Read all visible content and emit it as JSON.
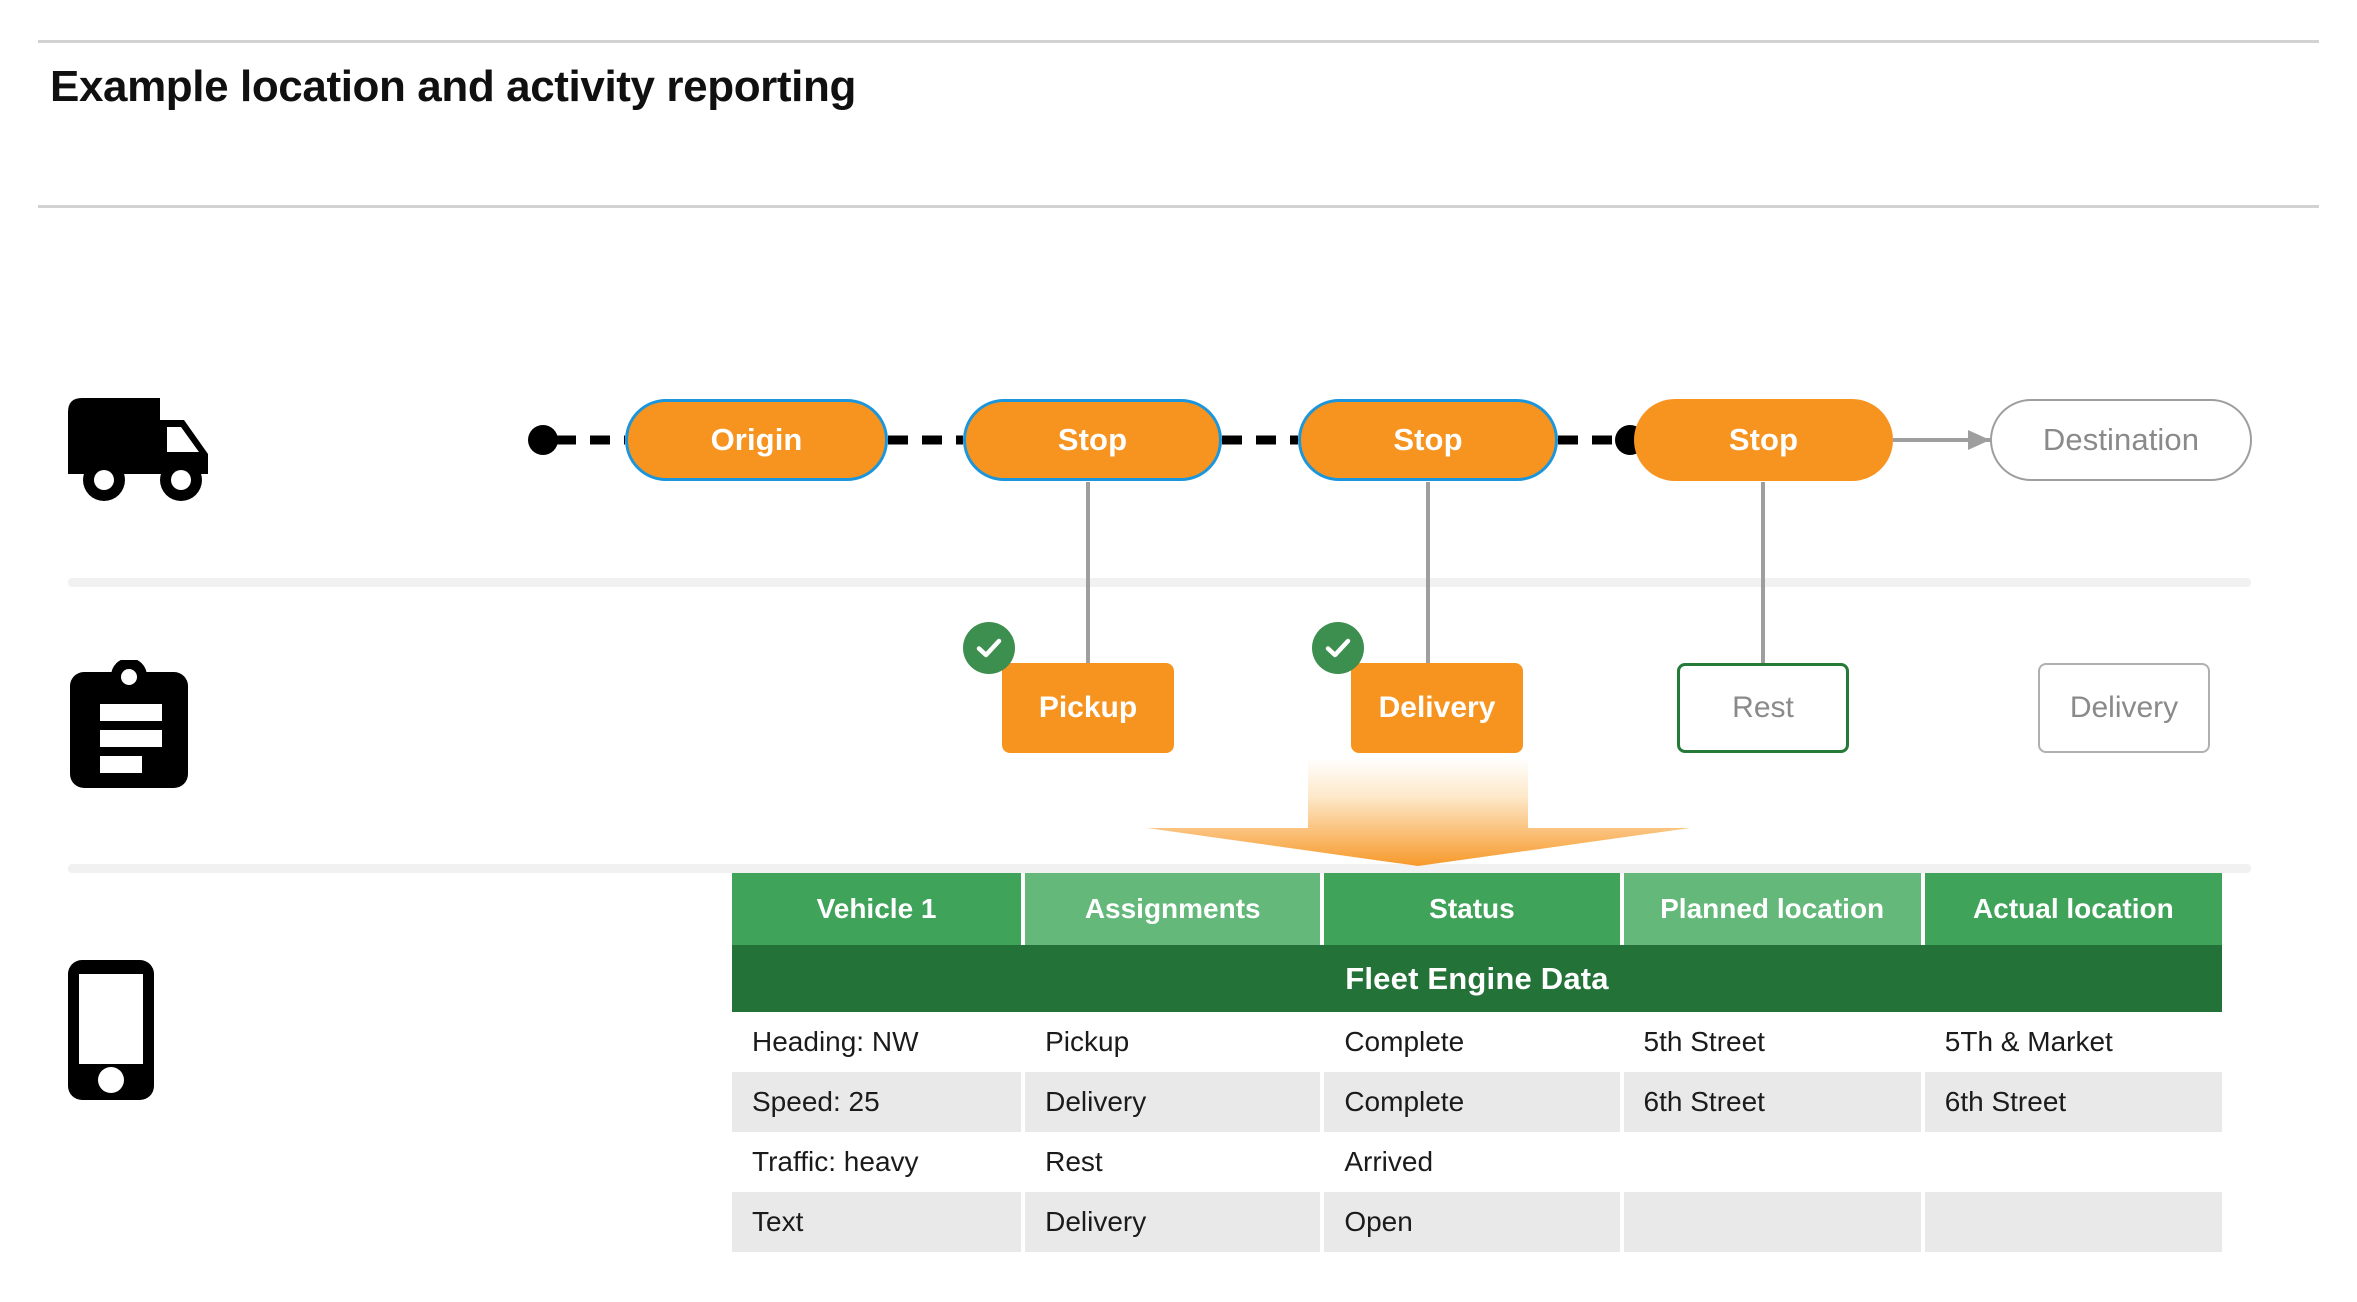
{
  "page": {
    "title": "Example location and activity reporting"
  },
  "rails": [
    {
      "icon": "truck-icon",
      "name": "vehicle-row-icon"
    },
    {
      "icon": "clipboard-icon",
      "name": "task-row-icon"
    },
    {
      "icon": "mobile-phone-icon",
      "name": "device-row-icon"
    }
  ],
  "colors": {
    "accent_orange": "#F79420",
    "accent_blue": "#1B96DC",
    "green_dark": "#237238",
    "green_header_a": "#3FA35A",
    "green_header_b": "#63B87A",
    "check_green": "#3C8F4E",
    "muted_gray": "#8a8a8a"
  },
  "route": {
    "nodes": [
      {
        "label": "Origin",
        "state": "active"
      },
      {
        "label": "Stop",
        "state": "active"
      },
      {
        "label": "Stop",
        "state": "active"
      },
      {
        "label": "Stop",
        "state": "active"
      },
      {
        "label": "Destination",
        "state": "pending"
      }
    ]
  },
  "activities": [
    {
      "label": "Pickup",
      "state": "complete",
      "badge": "check-icon"
    },
    {
      "label": "Delivery",
      "state": "complete",
      "badge": "check-icon"
    },
    {
      "label": "Rest",
      "state": "arrived",
      "badge": null
    },
    {
      "label": "Delivery",
      "state": "open",
      "badge": null
    }
  ],
  "table": {
    "title": "Fleet Engine Data",
    "columns": [
      "Vehicle 1",
      "Assignments",
      "Status",
      "Planned location",
      "Actual location"
    ],
    "rows": [
      [
        "Heading: NW",
        "Pickup",
        "Complete",
        "5th Street",
        "5Th & Market"
      ],
      [
        "Speed: 25",
        "Delivery",
        "Complete",
        "6th Street",
        "6th Street"
      ],
      [
        "Traffic: heavy",
        "Rest",
        "Arrived",
        "",
        ""
      ],
      [
        "Text",
        "Delivery",
        "Open",
        "",
        ""
      ]
    ]
  }
}
